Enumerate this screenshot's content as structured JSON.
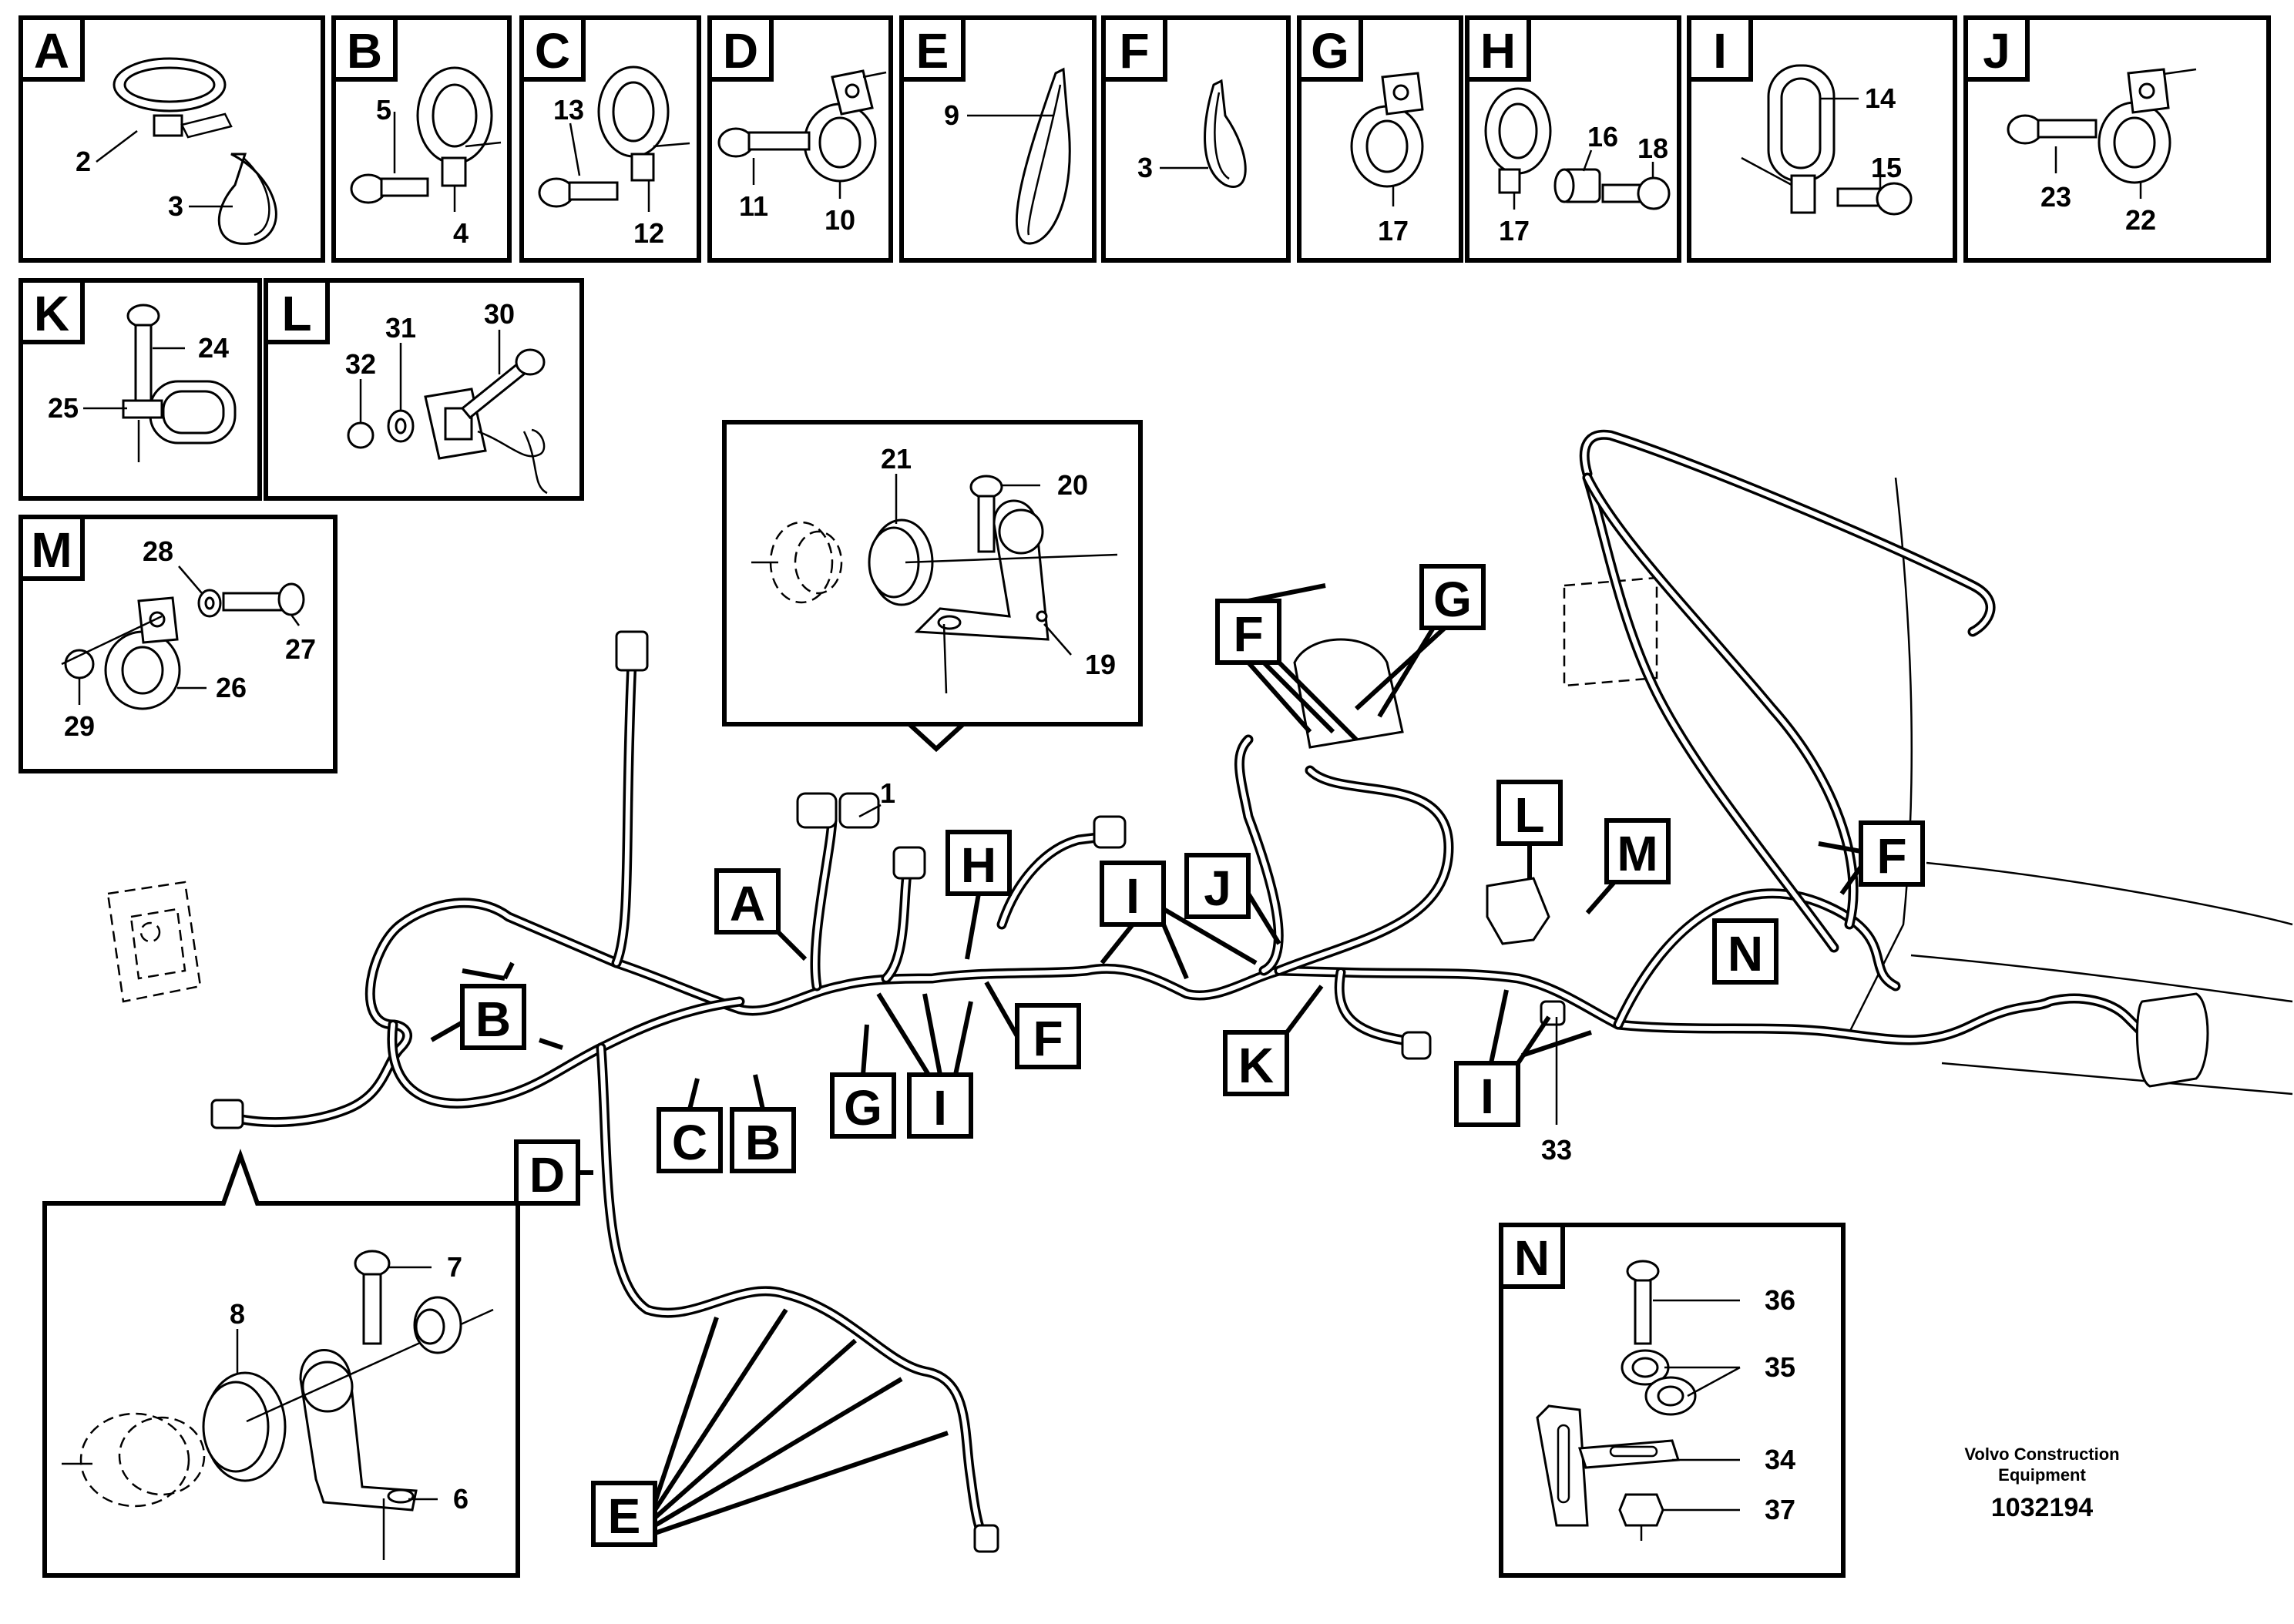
{
  "detail_letters": {
    "A": "A",
    "B": "B",
    "C": "C",
    "D": "D",
    "E": "E",
    "F": "F",
    "G": "G",
    "H": "H",
    "I": "I",
    "J": "J",
    "K": "K",
    "L": "L",
    "M": "M",
    "N": "N"
  },
  "part_numbers": {
    "n1": "1",
    "n2": "2",
    "n3": "3",
    "n4": "4",
    "n5": "5",
    "n6": "6",
    "n7": "7",
    "n8": "8",
    "n9": "9",
    "n10": "10",
    "n11": "11",
    "n12": "12",
    "n13": "13",
    "n14": "14",
    "n15": "15",
    "n16": "16",
    "n17": "17",
    "n18": "18",
    "n19": "19",
    "n20": "20",
    "n21": "21",
    "n22": "22",
    "n23": "23",
    "n24": "24",
    "n25": "25",
    "n26": "26",
    "n27": "27",
    "n28": "28",
    "n29": "29",
    "n30": "30",
    "n31": "31",
    "n32": "32",
    "n33": "33",
    "n34": "34",
    "n35": "35",
    "n36": "36",
    "n37": "37"
  },
  "footer": {
    "brand_line1": "Volvo Construction",
    "brand_line2": "Equipment",
    "doc_number": "1032194"
  },
  "colors": {
    "ink": "#000000",
    "paper": "#ffffff"
  }
}
